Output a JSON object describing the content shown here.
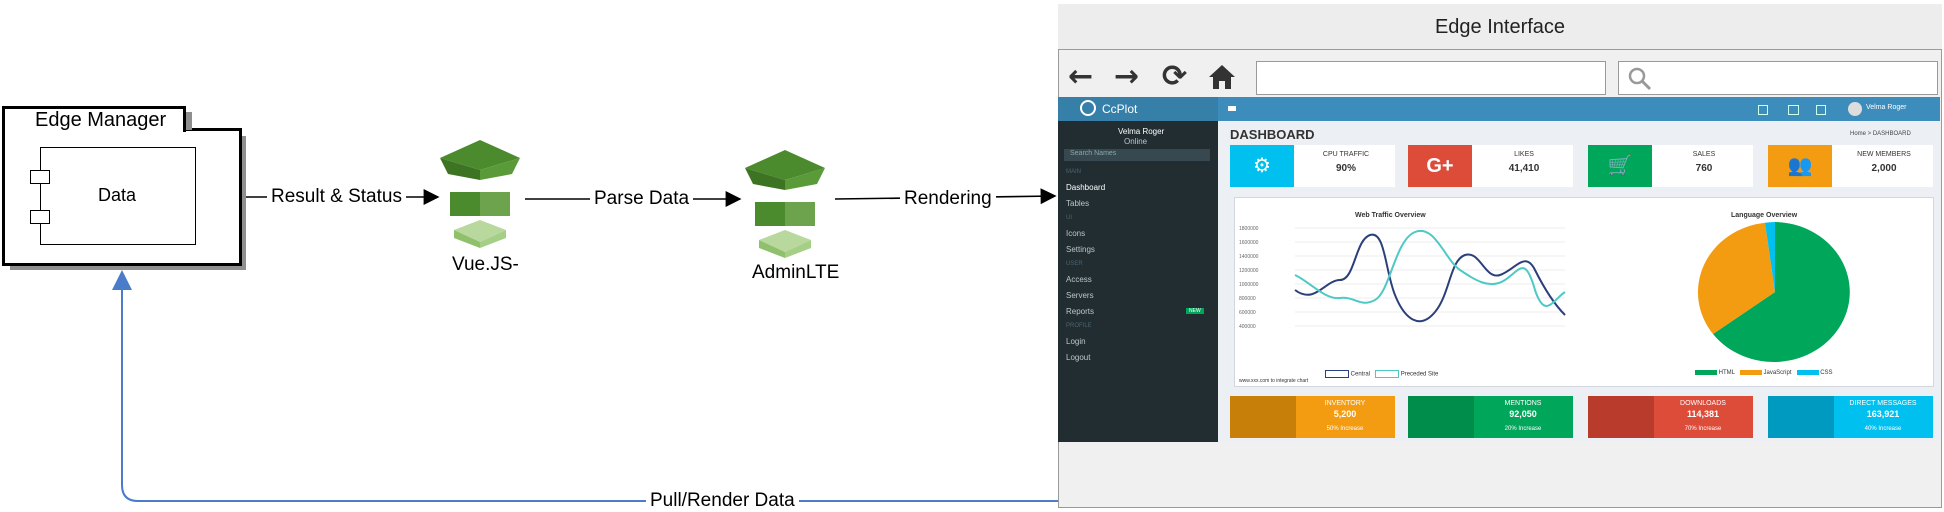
{
  "edge_manager": {
    "title": "Edge Manager",
    "component": "Data"
  },
  "nodes": {
    "vue": "Vue.JS-",
    "admin": "AdminLTE"
  },
  "edges": {
    "result": "Result & Status",
    "parse": "Parse Data",
    "render": "Rendering",
    "pull": "Pull/Render Data"
  },
  "window": {
    "title": "Edge Interface"
  },
  "dashboard": {
    "logo": "CcPlot",
    "page_title": "DASHBOARD",
    "breadcrumb": "Home > DASHBOARD",
    "user": "Velma Roger",
    "status": "Online",
    "search_placeholder": "Search Names",
    "sidebar": {
      "sections": [
        "MAIN",
        "UI",
        "USER",
        "PROFILE"
      ],
      "items": [
        "Dashboard",
        "Tables",
        "Icons",
        "Settings",
        "Access",
        "Servers",
        "Reports",
        "Login",
        "Logout"
      ],
      "badge": "NEW"
    },
    "info_boxes": [
      {
        "label": "CPU TRAFFIC",
        "value": "90%",
        "color": "#00c0ef"
      },
      {
        "label": "LIKES",
        "value": "41,410",
        "color": "#dd4b39"
      },
      {
        "label": "SALES",
        "value": "760",
        "color": "#00a65a"
      },
      {
        "label": "NEW MEMBERS",
        "value": "2,000",
        "color": "#f39c12"
      }
    ],
    "charts": {
      "traffic_title": "Web Traffic Overview",
      "language_title": "Language Overview",
      "traffic_legend": [
        "Central",
        "Preceded Site"
      ],
      "language_legend": [
        "HTML",
        "JavaScript",
        "CSS"
      ],
      "footnote": "www.xxx.com to integrate chart"
    },
    "bottom_boxes": [
      {
        "label": "INVENTORY",
        "value": "5,200",
        "sub": "50% Increase",
        "color": "#f39c12",
        "dark": "#c87f0a"
      },
      {
        "label": "MENTIONS",
        "value": "92,050",
        "sub": "20% Increase",
        "color": "#00a65a",
        "dark": "#008d4c"
      },
      {
        "label": "DOWNLOADS",
        "value": "114,381",
        "sub": "70% Increase",
        "color": "#dd4b39",
        "dark": "#b83b2c"
      },
      {
        "label": "DIRECT MESSAGES",
        "value": "163,921",
        "sub": "40% Increase",
        "color": "#00c0ef",
        "dark": "#0099c0"
      }
    ]
  },
  "colors": {
    "cube_top": "#4c8a2e",
    "cube_mid": "#6da34d",
    "cube_light": "#b8d89e",
    "feedback_line": "#4a7cc9",
    "series_dark": "#2b3f7a",
    "series_light": "#4ec9c5"
  }
}
